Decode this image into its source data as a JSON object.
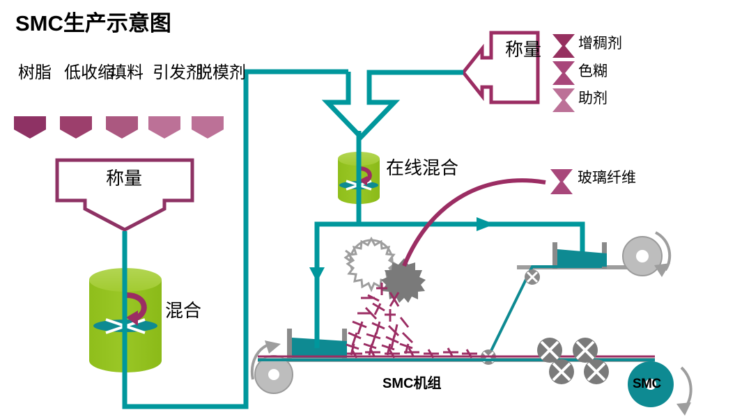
{
  "title": "SMC生产示意图",
  "colors": {
    "teal": "#00979C",
    "teal_dark": "#008A8F",
    "purple": "#9B2D63",
    "purple_dark": "#8E3264",
    "green_body": "#94C11F",
    "green_top": "#A7CE3A",
    "gray": "#9D9D9D",
    "gray_dark": "#7A7A7A",
    "black": "#000000"
  },
  "materials": [
    {
      "name": "resin",
      "label": "树脂",
      "color": "#8E3264"
    },
    {
      "name": "low-shrink",
      "label": "低收缩",
      "color": "#9C3F6C"
    },
    {
      "name": "filler",
      "label": "填料",
      "color": "#AB5880"
    },
    {
      "name": "initiator",
      "label": "引发剂",
      "color": "#BC7197"
    },
    {
      "name": "release-agent",
      "label": "脱模剂",
      "color": "#BC7197"
    }
  ],
  "additives": [
    {
      "name": "thickener",
      "label": "增稠剂",
      "color": "#96305F"
    },
    {
      "name": "color-paste",
      "label": "色糊",
      "color": "#A8477A"
    },
    {
      "name": "auxiliary",
      "label": "助剂",
      "color": "#BC7197"
    }
  ],
  "weigh_left": {
    "label": "称量"
  },
  "weigh_right": {
    "label": "称量"
  },
  "mixer": {
    "label": "混合"
  },
  "inline_mixer": {
    "label": "在线混合"
  },
  "glass_fiber": {
    "label": "玻璃纤维",
    "color": "#A8477A"
  },
  "smc_unit": {
    "label": "SMC机组"
  },
  "smc_roll": {
    "label": "SMC"
  }
}
